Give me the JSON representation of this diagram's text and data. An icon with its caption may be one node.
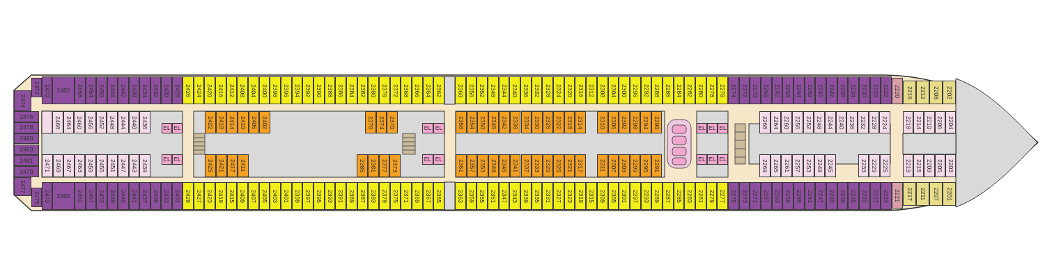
{
  "diagram": {
    "nodes": [
      {
        "text": [
          "2474"
        ]
      },
      {
        "text": [
          "2472"
        ]
      },
      {
        "text": [
          "2470"
        ]
      },
      {
        "text": [
          "2462"
        ]
      },
      {
        "text": [
          "2458"
        ]
      },
      {
        "text": [
          "2454"
        ]
      },
      {
        "text": [
          "2450"
        ]
      },
      {
        "text": [
          "2446"
        ]
      },
      {
        "text": [
          "2442"
        ]
      },
      {
        "text": [
          "2438"
        ]
      },
      {
        "text": [
          "2434"
        ]
      },
      {
        "text": [
          "2432"
        ]
      },
      {
        "text": [
          "2430"
        ]
      },
      {
        "text": [
          "2428"
        ]
      },
      {
        "text": [
          "2426"
        ]
      },
      {
        "text": [
          "2424"
        ]
      },
      {
        "text": [
          "2420"
        ]
      },
      {
        "text": [
          "2416"
        ]
      },
      {
        "text": [
          "2412"
        ]
      },
      {
        "text": [
          "2408"
        ]
      },
      {
        "text": [
          "2404"
        ]
      },
      {
        "text": [
          "2400"
        ]
      },
      {
        "text": [
          "2398"
        ]
      },
      {
        "text": [
          "2396"
        ]
      },
      {
        "text": [
          "2394"
        ]
      },
      {
        "text": [
          "2392"
        ]
      },
      {
        "text": [
          "2390"
        ]
      },
      {
        "text": [
          "2388"
        ]
      },
      {
        "text": [
          "2386"
        ]
      },
      {
        "text": [
          "2384"
        ]
      },
      {
        "text": [
          "2382"
        ]
      },
      {
        "text": [
          "2380"
        ]
      },
      {
        "text": [
          "2376"
        ]
      },
      {
        "text": [
          "2372"
        ]
      },
      {
        "text": [
          "2368"
        ]
      },
      {
        "text": [
          "2366"
        ]
      },
      {
        "text": [
          "2364"
        ]
      },
      {
        "text": [
          "2362"
        ]
      },
      {
        "text": [
          "2360"
        ]
      },
      {
        "text": [
          "2356"
        ]
      },
      {
        "text": [
          "2352"
        ]
      },
      {
        "text": [
          "2348"
        ]
      },
      {
        "text": [
          "2344"
        ]
      },
      {
        "text": [
          "2340"
        ]
      },
      {
        "text": [
          "2336"
        ]
      },
      {
        "text": [
          "2332"
        ]
      },
      {
        "text": [
          "2328"
        ]
      },
      {
        "text": [
          "2324"
        ]
      },
      {
        "text": [
          "2320"
        ]
      },
      {
        "text": [
          "2316"
        ]
      },
      {
        "text": [
          "2312"
        ]
      },
      {
        "text": [
          "2308"
        ]
      },
      {
        "text": [
          "2304"
        ]
      },
      {
        "text": [
          "2300"
        ]
      },
      {
        "text": [
          "2296"
        ]
      },
      {
        "text": [
          "2292"
        ]
      },
      {
        "text": [
          "2288"
        ]
      },
      {
        "text": [
          "2286"
        ]
      },
      {
        "text": [
          "2284"
        ]
      },
      {
        "text": [
          "2282"
        ]
      },
      {
        "text": [
          "2280"
        ]
      },
      {
        "text": [
          "2278"
        ]
      },
      {
        "text": [
          "2276"
        ]
      },
      {
        "text": [
          "2274"
        ]
      },
      {
        "text": [
          "2272"
        ]
      },
      {
        "text": [
          "2270"
        ]
      },
      {
        "text": [
          "2266"
        ]
      },
      {
        "text": [
          "2262"
        ]
      },
      {
        "text": [
          "2258"
        ]
      },
      {
        "text": [
          "2254"
        ]
      },
      {
        "text": [
          "2250"
        ]
      },
      {
        "text": [
          "2246"
        ]
      },
      {
        "text": [
          "2242"
        ]
      },
      {
        "text": [
          "2238"
        ]
      },
      {
        "text": [
          "2234"
        ]
      },
      {
        "text": [
          "2230"
        ]
      },
      {
        "text": [
          "2226"
        ]
      },
      {
        "text": [
          "2222"
        ]
      },
      {
        "text": [
          "2220"
        ]
      },
      {
        "text": [
          "2216"
        ]
      },
      {
        "text": [
          "2212"
        ]
      },
      {
        "text": [
          "2208"
        ]
      },
      {
        "text": [
          "2202"
        ]
      },
      {
        "text": [
          "2476"
        ]
      },
      {
        "text": [
          "2478"
        ]
      },
      {
        "text": [
          "2480"
        ]
      },
      {
        "text": [
          "2483"
        ]
      },
      {
        "text": [
          "2481"
        ]
      },
      {
        "text": [
          "2479"
        ]
      },
      {
        "text": [
          "2468"
        ]
      },
      {
        "text": [
          "2464"
        ]
      },
      {
        "text": [
          "2460"
        ]
      },
      {
        "text": [
          "2456"
        ]
      },
      {
        "text": [
          "2452"
        ]
      },
      {
        "text": [
          "2448"
        ]
      },
      {
        "text": [
          "2444"
        ]
      },
      {
        "text": [
          "2440"
        ]
      },
      {
        "text": [
          "2436"
        ]
      },
      {
        "text": [
          "EL"
        ]
      },
      {
        "text": [
          "EL"
        ]
      },
      {
        "text": [
          "2422"
        ]
      },
      {
        "text": [
          "2418"
        ]
      },
      {
        "text": [
          "2414"
        ]
      },
      {
        "text": [
          "2410"
        ]
      },
      {
        "text": [
          "2406"
        ]
      },
      {
        "text": [
          "2402"
        ]
      },
      {
        "text": [
          "2378"
        ]
      },
      {
        "text": [
          "2374"
        ]
      },
      {
        "text": [
          "2370"
        ]
      },
      {
        "text": [
          "EL"
        ]
      },
      {
        "text": [
          "EL"
        ]
      },
      {
        "text": [
          "2358"
        ]
      },
      {
        "text": [
          "2354"
        ]
      },
      {
        "text": [
          "2350"
        ]
      },
      {
        "text": [
          "2346"
        ]
      },
      {
        "text": [
          "2342"
        ]
      },
      {
        "text": [
          "2338"
        ]
      },
      {
        "text": [
          "2334"
        ]
      },
      {
        "text": [
          "2330"
        ]
      },
      {
        "text": [
          "2326"
        ]
      },
      {
        "text": [
          "2322"
        ]
      },
      {
        "text": [
          "2318"
        ]
      },
      {
        "text": [
          "2314"
        ]
      },
      {
        "text": [
          "2310"
        ]
      },
      {
        "text": [
          "2306"
        ]
      },
      {
        "text": [
          "2302"
        ]
      },
      {
        "text": [
          "2298"
        ]
      },
      {
        "text": [
          "2294"
        ]
      },
      {
        "text": [
          "2290"
        ]
      },
      {
        "text": [
          "EL"
        ]
      },
      {
        "text": [
          "EL"
        ]
      },
      {
        "text": [
          "EL"
        ]
      },
      {
        "text": [
          "2268"
        ]
      },
      {
        "text": [
          "2264"
        ]
      },
      {
        "text": [
          "2260"
        ]
      },
      {
        "text": [
          "2256"
        ]
      },
      {
        "text": [
          "2252"
        ]
      },
      {
        "text": [
          "2248"
        ]
      },
      {
        "text": [
          "2244"
        ]
      },
      {
        "text": [
          "2240"
        ]
      },
      {
        "text": [
          "2236"
        ]
      },
      {
        "text": [
          "2232"
        ]
      },
      {
        "text": [
          "2228"
        ]
      },
      {
        "text": [
          "2224"
        ]
      },
      {
        "text": [
          "2218"
        ]
      },
      {
        "text": [
          "2214"
        ]
      },
      {
        "text": [
          "2210"
        ]
      },
      {
        "text": [
          "2206"
        ]
      },
      {
        "text": [
          "2204"
        ]
      },
      {
        "text": [
          "2471"
        ]
      },
      {
        "text": [
          "2469"
        ]
      },
      {
        "text": [
          "2467"
        ]
      },
      {
        "text": [
          "2463"
        ]
      },
      {
        "text": [
          "2459"
        ]
      },
      {
        "text": [
          "2455"
        ]
      },
      {
        "text": [
          "2451"
        ]
      },
      {
        "text": [
          "2447"
        ]
      },
      {
        "text": [
          "2443"
        ]
      },
      {
        "text": [
          "2439"
        ]
      },
      {
        "text": [
          "EL"
        ]
      },
      {
        "text": [
          "EL"
        ]
      },
      {
        "text": [
          "2425"
        ]
      },
      {
        "text": [
          "2421"
        ]
      },
      {
        "text": [
          "2417"
        ]
      },
      {
        "text": [
          "2411"
        ]
      },
      {
        "text": [
          "2385"
        ]
      },
      {
        "text": [
          "2381"
        ]
      },
      {
        "text": [
          "2377"
        ]
      },
      {
        "text": [
          "2373"
        ]
      },
      {
        "text": [
          "EL"
        ]
      },
      {
        "text": [
          "EL"
        ]
      },
      {
        "text": [
          "2361"
        ]
      },
      {
        "text": [
          "2357"
        ]
      },
      {
        "text": [
          "2353"
        ]
      },
      {
        "text": [
          "2349"
        ]
      },
      {
        "text": [
          "2345"
        ]
      },
      {
        "text": [
          "2341"
        ]
      },
      {
        "text": [
          "2337"
        ]
      },
      {
        "text": [
          "2333"
        ]
      },
      {
        "text": [
          "2329"
        ]
      },
      {
        "text": [
          "2325"
        ]
      },
      {
        "text": [
          "2321"
        ]
      },
      {
        "text": [
          "2317"
        ]
      },
      {
        "text": [
          "2311"
        ]
      },
      {
        "text": [
          "2307"
        ]
      },
      {
        "text": [
          "2303"
        ]
      },
      {
        "text": [
          "2299"
        ]
      },
      {
        "text": [
          "2295"
        ]
      },
      {
        "text": [
          "2291"
        ]
      },
      {
        "text": [
          "EL"
        ]
      },
      {
        "text": [
          "EL"
        ]
      },
      {
        "text": [
          "EL"
        ]
      },
      {
        "text": [
          "2269"
        ]
      },
      {
        "text": [
          "2265"
        ]
      },
      {
        "text": [
          "2261"
        ]
      },
      {
        "text": [
          "2257"
        ]
      },
      {
        "text": [
          "2253"
        ]
      },
      {
        "text": [
          "2249"
        ]
      },
      {
        "text": [
          "2245"
        ]
      },
      {
        "text": [
          "2233"
        ]
      },
      {
        "text": [
          "2229"
        ]
      },
      {
        "text": [
          "2225"
        ]
      },
      {
        "text": [
          "2219"
        ]
      },
      {
        "text": [
          "2215"
        ]
      },
      {
        "text": [
          "2209"
        ]
      },
      {
        "text": [
          "2205"
        ]
      },
      {
        "text": [
          "2203"
        ]
      },
      {
        "text": [
          "2477"
        ]
      },
      {
        "text": [
          "2475"
        ]
      },
      {
        "text": [
          "2473"
        ]
      },
      {
        "text": [
          "2465"
        ]
      },
      {
        "text": [
          "2461"
        ]
      },
      {
        "text": [
          "2457"
        ]
      },
      {
        "text": [
          "2453"
        ]
      },
      {
        "text": [
          "2449"
        ]
      },
      {
        "text": [
          "2445"
        ]
      },
      {
        "text": [
          "2441"
        ]
      },
      {
        "text": [
          "2437"
        ]
      },
      {
        "text": [
          "2435"
        ]
      },
      {
        "text": [
          "2433"
        ]
      },
      {
        "text": [
          "2431"
        ]
      },
      {
        "text": [
          "2429"
        ]
      },
      {
        "text": [
          "2427"
        ]
      },
      {
        "text": [
          "2423"
        ]
      },
      {
        "text": [
          "2419"
        ]
      },
      {
        "text": [
          "2415"
        ]
      },
      {
        "text": [
          "2409"
        ]
      },
      {
        "text": [
          "2407"
        ]
      },
      {
        "text": [
          "2405"
        ]
      },
      {
        "text": [
          "2403"
        ]
      },
      {
        "text": [
          "2401"
        ]
      },
      {
        "text": [
          "2399"
        ]
      },
      {
        "text": [
          "2397"
        ]
      },
      {
        "text": [
          "2395"
        ]
      },
      {
        "text": [
          "2393"
        ]
      },
      {
        "text": [
          "2391"
        ]
      },
      {
        "text": [
          "2389"
        ]
      },
      {
        "text": [
          "2387"
        ]
      },
      {
        "text": [
          "2383"
        ]
      },
      {
        "text": [
          "2379"
        ]
      },
      {
        "text": [
          "2375"
        ]
      },
      {
        "text": [
          "2371"
        ]
      },
      {
        "text": [
          "2369"
        ]
      },
      {
        "text": [
          "2367"
        ]
      },
      {
        "text": [
          "2365"
        ]
      },
      {
        "text": [
          "2363"
        ]
      },
      {
        "text": [
          "2359"
        ]
      },
      {
        "text": [
          "2355"
        ]
      },
      {
        "text": [
          "2351"
        ]
      },
      {
        "text": [
          "2347"
        ]
      },
      {
        "text": [
          "2343"
        ]
      },
      {
        "text": [
          "2339"
        ]
      },
      {
        "text": [
          "2335"
        ]
      },
      {
        "text": [
          "2331"
        ]
      },
      {
        "text": [
          "2327"
        ]
      },
      {
        "text": [
          "2323"
        ]
      },
      {
        "text": [
          "2319"
        ]
      },
      {
        "text": [
          "2315"
        ]
      },
      {
        "text": [
          "2309"
        ]
      },
      {
        "text": [
          "2305"
        ]
      },
      {
        "text": [
          "2301"
        ]
      },
      {
        "text": [
          "2297"
        ]
      },
      {
        "text": [
          "2293"
        ]
      },
      {
        "text": [
          "2289"
        ]
      },
      {
        "text": [
          "2287"
        ]
      },
      {
        "text": [
          "2285"
        ]
      },
      {
        "text": [
          "2283"
        ]
      },
      {
        "text": [
          "2281"
        ]
      },
      {
        "text": [
          "2279"
        ]
      },
      {
        "text": [
          "2277"
        ]
      },
      {
        "text": [
          "2275"
        ]
      },
      {
        "text": [
          "2273"
        ]
      },
      {
        "text": [
          "2271"
        ]
      },
      {
        "text": [
          "2267"
        ]
      },
      {
        "text": [
          "2263"
        ]
      },
      {
        "text": [
          "2259"
        ]
      },
      {
        "text": [
          "2255"
        ]
      },
      {
        "text": [
          "2251"
        ]
      },
      {
        "text": [
          "2247"
        ]
      },
      {
        "text": [
          "2243"
        ]
      },
      {
        "text": [
          "2239"
        ]
      },
      {
        "text": [
          "2235"
        ]
      },
      {
        "text": [
          "2231"
        ]
      },
      {
        "text": [
          "2227"
        ]
      },
      {
        "text": [
          "2223"
        ]
      },
      {
        "text": [
          "2221"
        ]
      },
      {
        "text": [
          "2217"
        ]
      },
      {
        "text": [
          "2211"
        ]
      },
      {
        "text": [
          "2207"
        ]
      },
      {
        "text": [
          "2201"
        ]
      }
    ]
  }
}
